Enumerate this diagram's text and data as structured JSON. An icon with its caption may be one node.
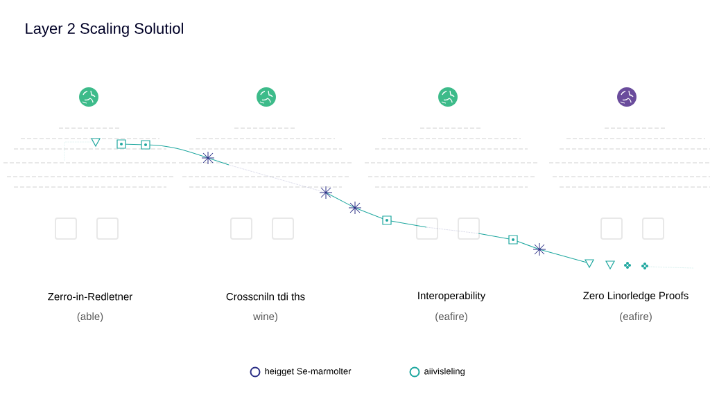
{
  "diagram": {
    "title": "Layer 2 Scaling Solutiol",
    "labels": [
      "Zerro-in-Redletner",
      "Crosscniln tdi ths",
      "Interoperability",
      "Zero Linorledge Proofs",
      "(able)",
      "wine)",
      "(eafire)",
      "(eafire)"
    ],
    "legend": [
      {
        "text": "heigget Se-marmolter",
        "color": "#2b2f86"
      },
      {
        "text": "aiivisleling",
        "color": "#1ea79f"
      }
    ]
  }
}
